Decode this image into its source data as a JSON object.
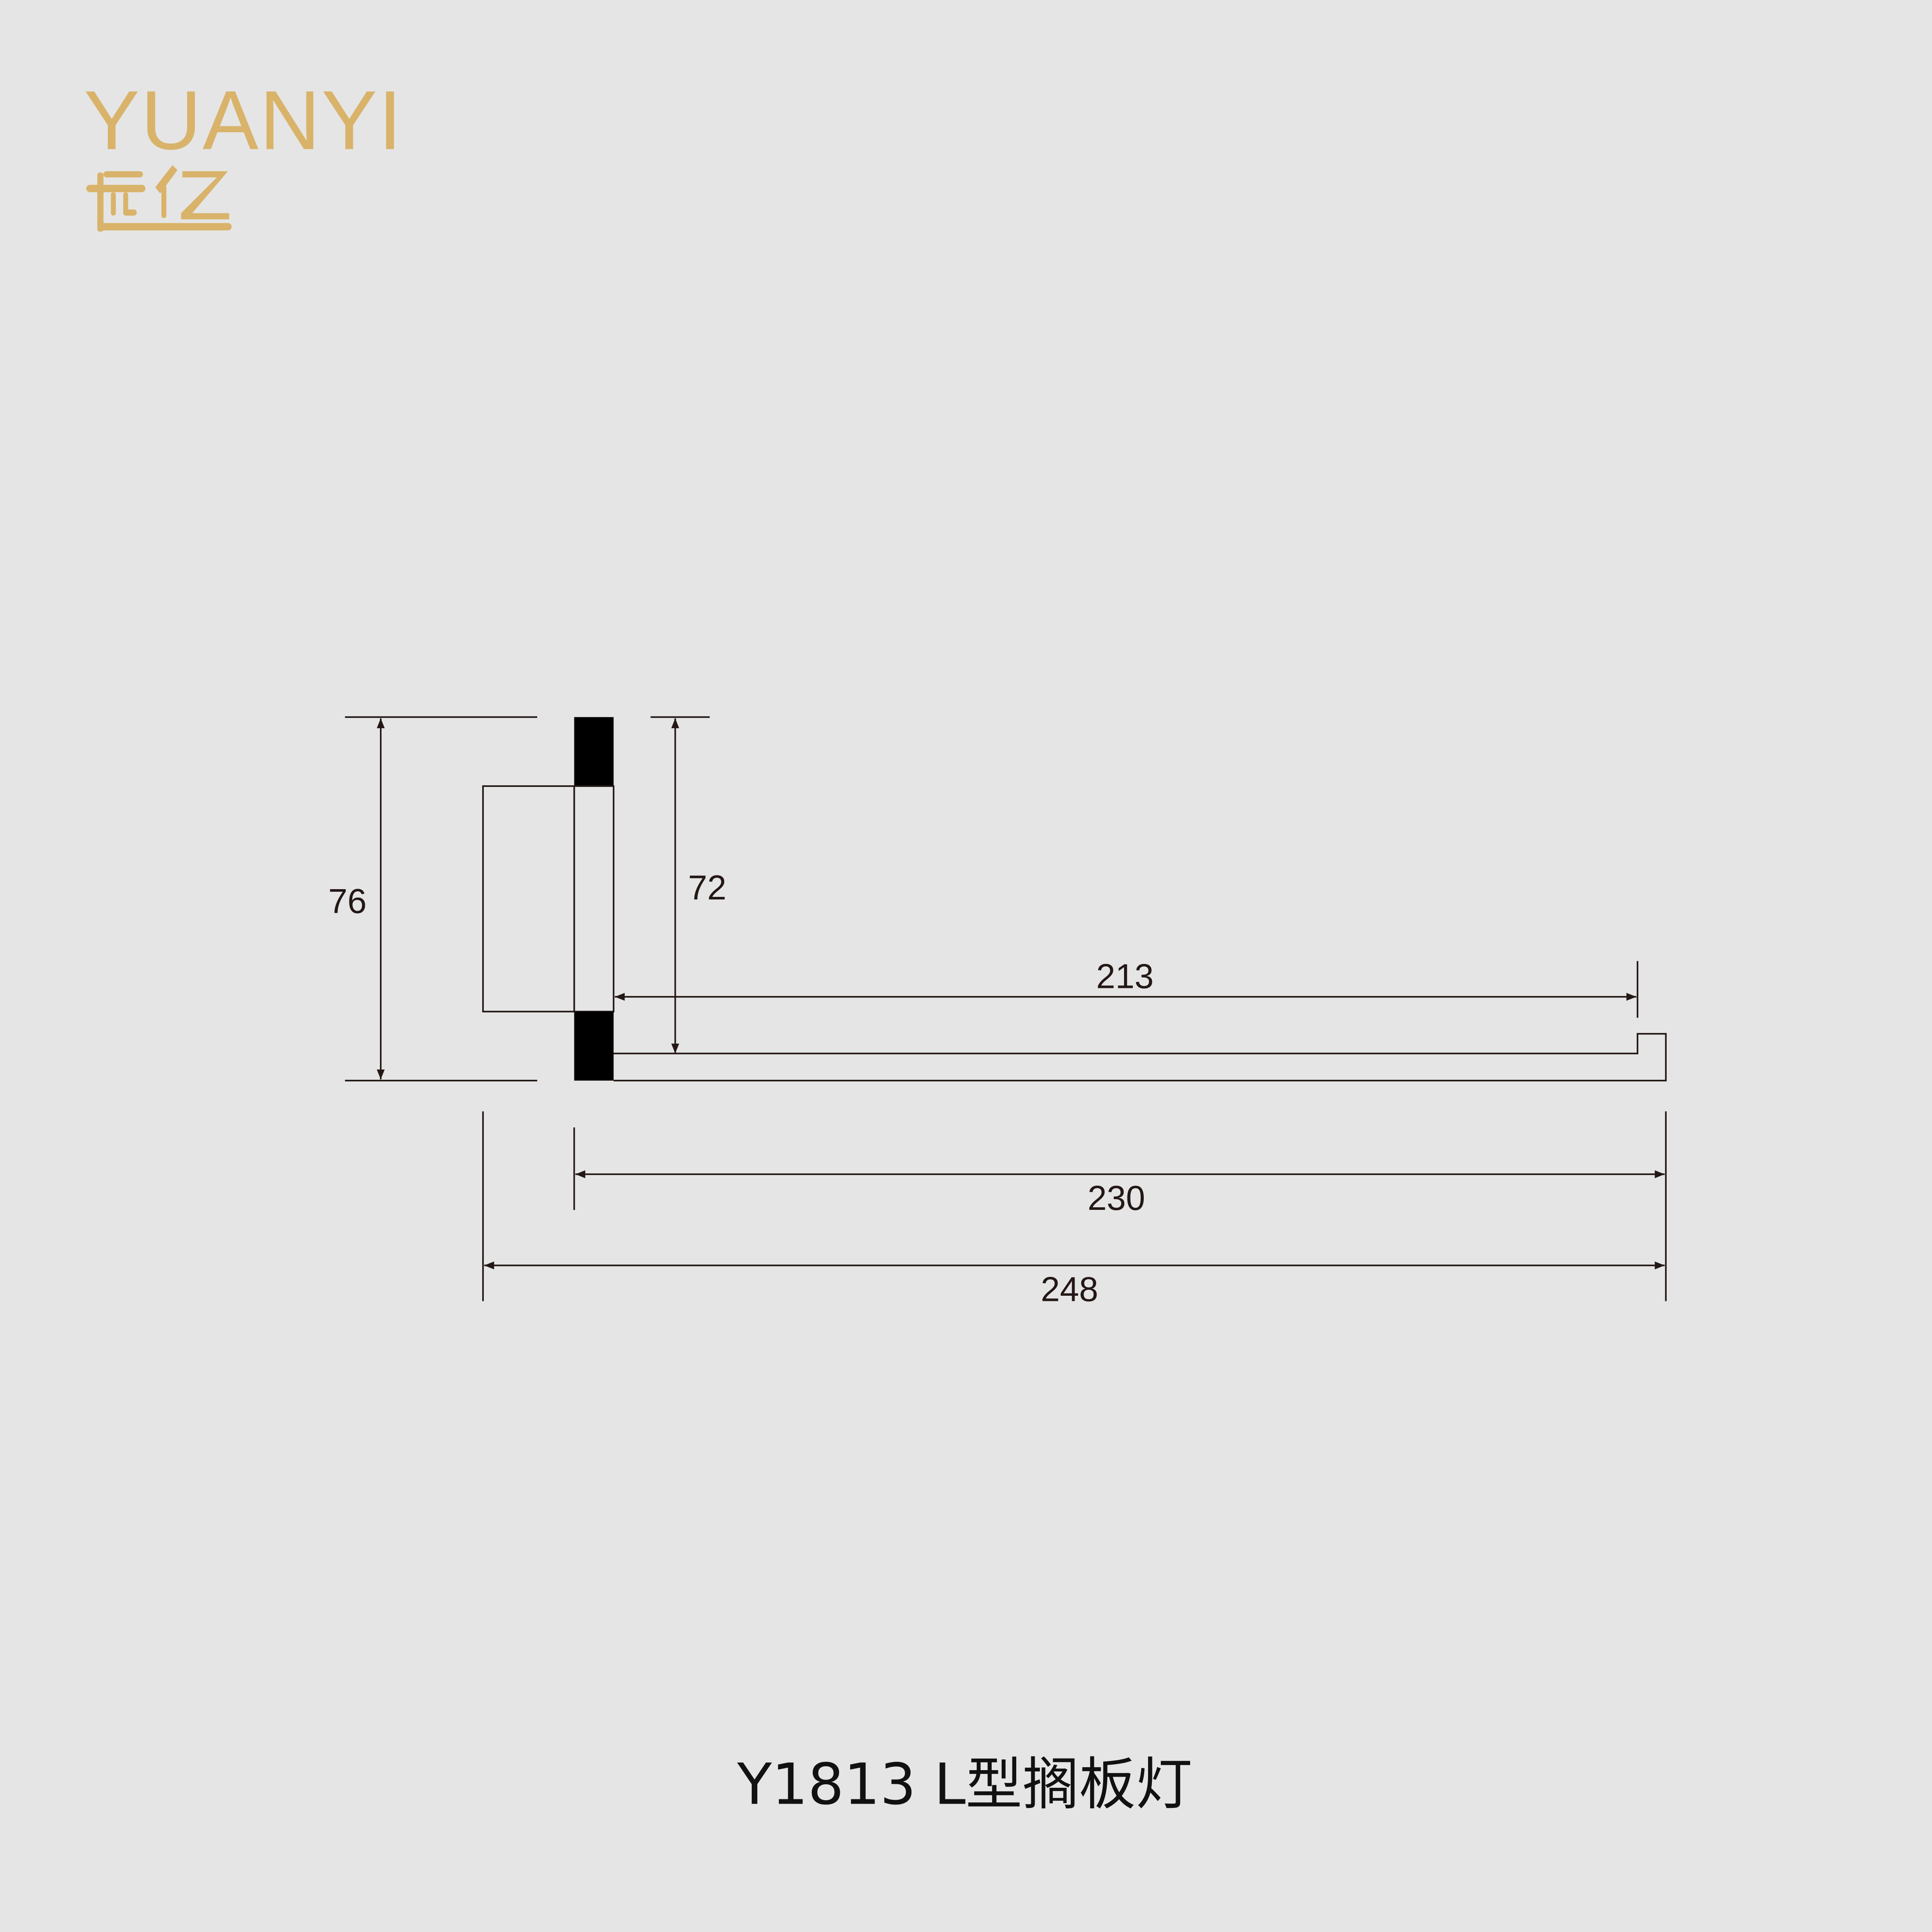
{
  "logo": {
    "text_en": "YUANYI",
    "text_cn": "远亿",
    "color": "#d9b36a"
  },
  "dimensions": {
    "overall_height": "76",
    "panel_height": "72",
    "inner_length": "213",
    "plate_length": "230",
    "total_length": "248"
  },
  "title": "Y1813 L型搁板灯"
}
